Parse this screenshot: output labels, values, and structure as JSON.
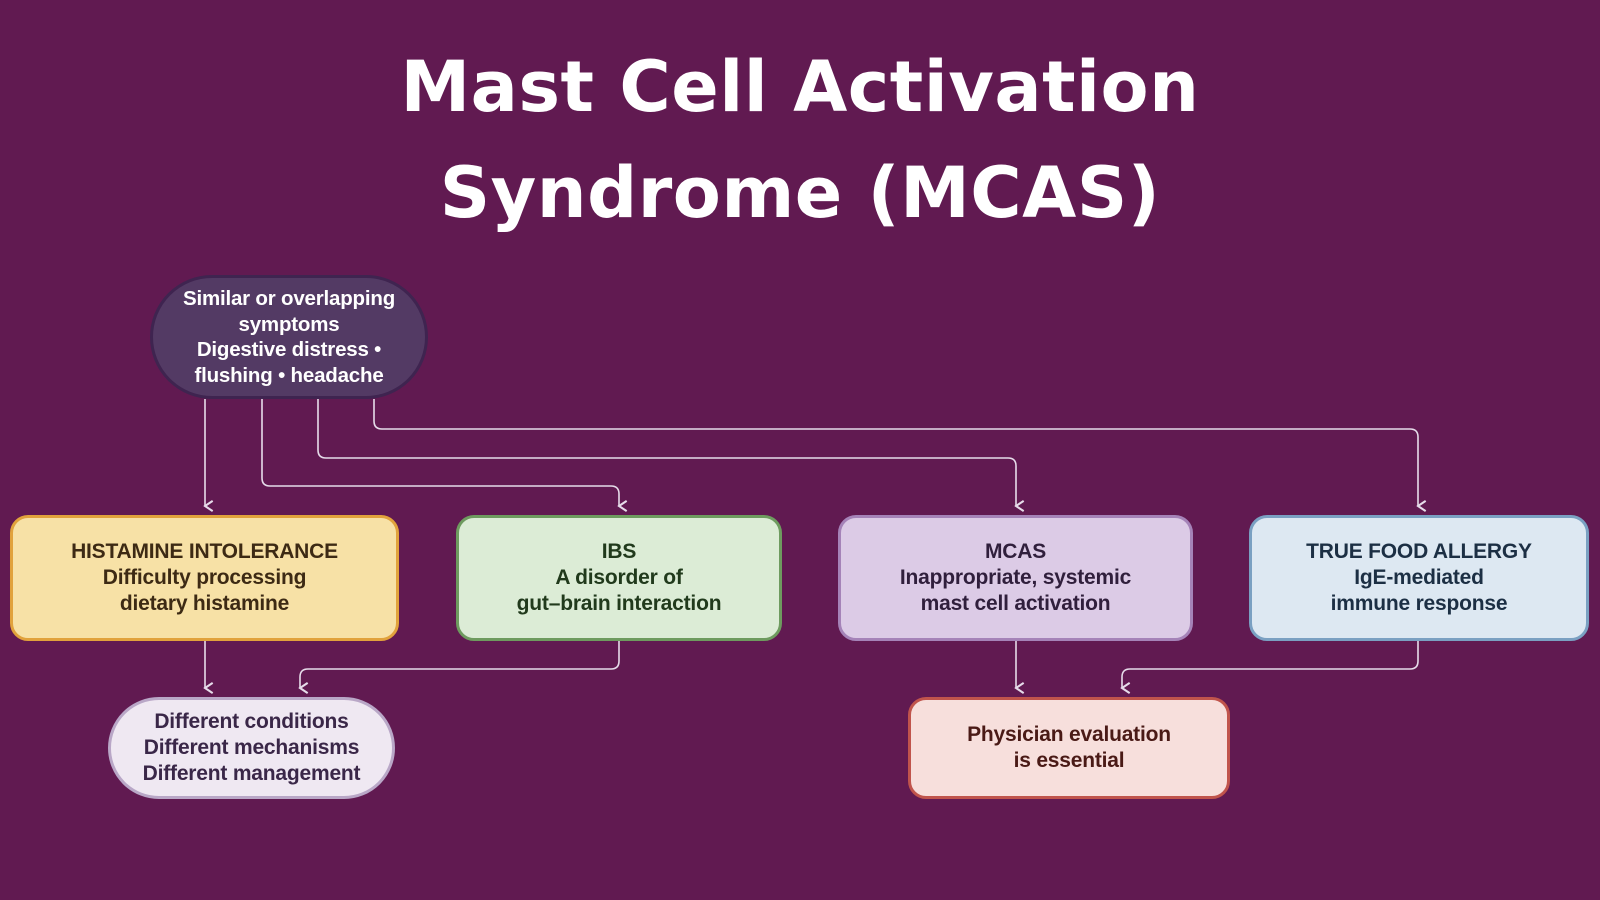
{
  "title": {
    "line1": "Mast Cell Activation",
    "line2": "Syndrome (MCAS)"
  },
  "nodes": {
    "symptoms": {
      "lines": [
        "Similar or overlapping",
        "symptoms",
        "Digestive distress •",
        "flushing • headache"
      ]
    },
    "histamine": {
      "lines": [
        "HISTAMINE INTOLERANCE",
        "Difficulty processing",
        "dietary histamine"
      ]
    },
    "ibs": {
      "lines": [
        "IBS",
        "A disorder of",
        "gut–brain interaction"
      ]
    },
    "mcas": {
      "lines": [
        "MCAS",
        "Inappropriate, systemic",
        "mast cell activation"
      ]
    },
    "allergy": {
      "lines": [
        "TRUE FOOD ALLERGY",
        "IgE-mediated",
        "immune response"
      ]
    },
    "different": {
      "lines": [
        "Different conditions",
        "Different mechanisms",
        "Different management"
      ]
    },
    "physician": {
      "lines": [
        "Physician evaluation",
        "is essential"
      ]
    }
  },
  "colors": {
    "background": "#611a51",
    "connector": "#e6dcea"
  }
}
